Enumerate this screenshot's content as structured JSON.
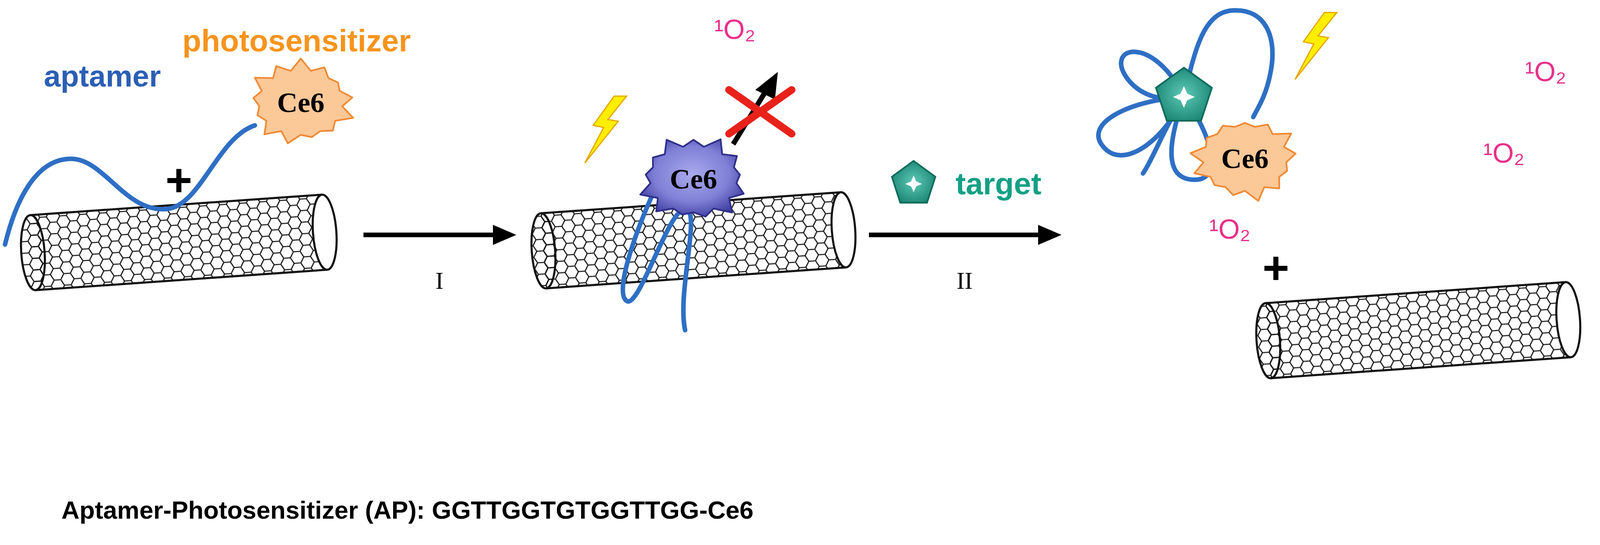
{
  "diagram": {
    "nodes": [
      {
        "text": [
          "Ce6"
        ]
      },
      {
        "text": [
          "Ce6"
        ]
      },
      {
        "text": [
          "Ce6"
        ]
      }
    ],
    "labels": [
      "photosensitizer",
      "aptamer",
      "+",
      "I",
      "¹O₂",
      "target",
      "II",
      "¹O₂",
      "¹O₂",
      "¹O₂",
      "+",
      "Aptamer-Photosensitizer (AP): GGTTGGTGTGGTTGG-Ce6"
    ]
  }
}
